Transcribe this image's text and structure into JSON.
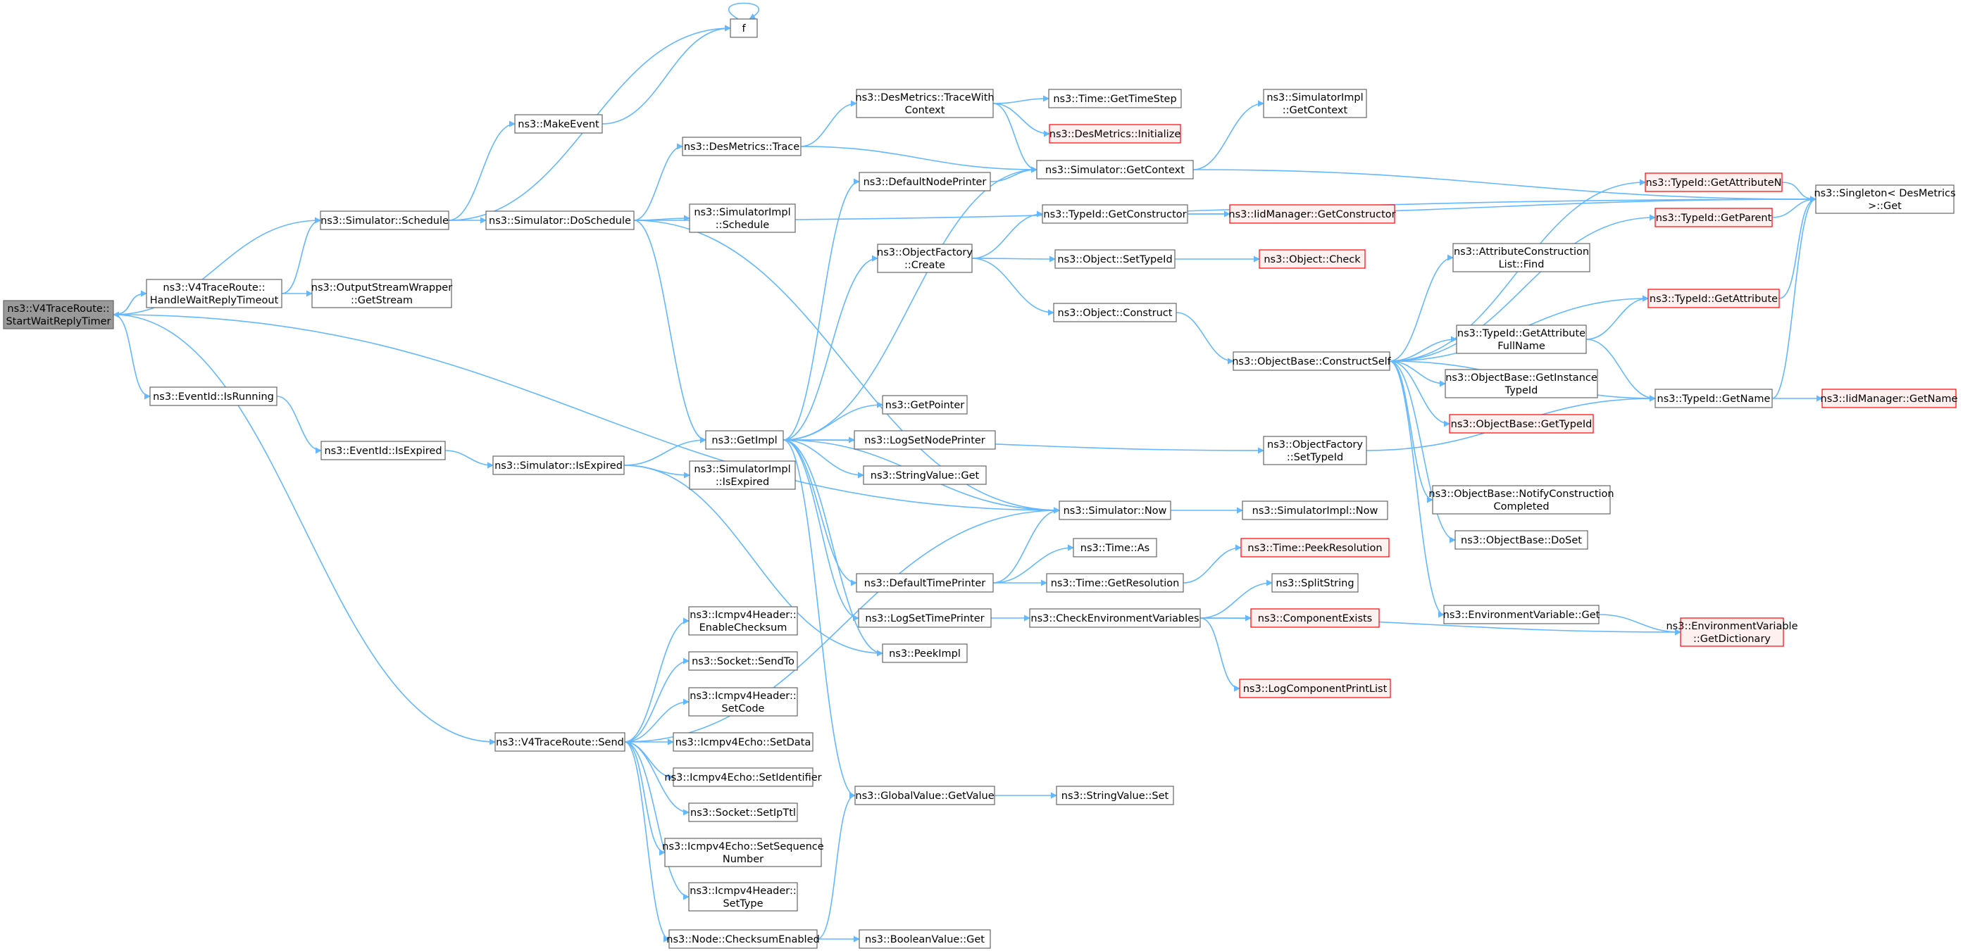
{
  "nodes": [
    {
      "id": "root",
      "lines": [
        "ns3::V4TraceRoute::",
        "StartWaitReplyTimer"
      ],
      "style": "root"
    },
    {
      "id": "f",
      "lines": [
        "f"
      ]
    },
    {
      "id": "makeevent",
      "lines": [
        "ns3::MakeEvent"
      ]
    },
    {
      "id": "schedule",
      "lines": [
        "ns3::Simulator::Schedule"
      ]
    },
    {
      "id": "doschedule",
      "lines": [
        "ns3::Simulator::DoSchedule"
      ]
    },
    {
      "id": "handlewait",
      "lines": [
        "ns3::V4TraceRoute::",
        "HandleWaitReplyTimeout"
      ]
    },
    {
      "id": "getstream",
      "lines": [
        "ns3::OutputStreamWrapper",
        "::GetStream"
      ]
    },
    {
      "id": "isrunning",
      "lines": [
        "ns3::EventId::IsRunning"
      ]
    },
    {
      "id": "evexpired",
      "lines": [
        "ns3::EventId::IsExpired"
      ]
    },
    {
      "id": "simexpired",
      "lines": [
        "ns3::Simulator::IsExpired"
      ]
    },
    {
      "id": "send",
      "lines": [
        "ns3::V4TraceRoute::Send"
      ]
    },
    {
      "id": "destrace",
      "lines": [
        "ns3::DesMetrics::Trace"
      ]
    },
    {
      "id": "implsched",
      "lines": [
        "ns3::SimulatorImpl",
        "::Schedule"
      ]
    },
    {
      "id": "getimpl",
      "lines": [
        "ns3::GetImpl"
      ]
    },
    {
      "id": "implexpired",
      "lines": [
        "ns3::SimulatorImpl",
        "::IsExpired"
      ]
    },
    {
      "id": "enablecs",
      "lines": [
        "ns3::Icmpv4Header::",
        "EnableChecksum"
      ]
    },
    {
      "id": "sendto",
      "lines": [
        "ns3::Socket::SendTo"
      ]
    },
    {
      "id": "setcode",
      "lines": [
        "ns3::Icmpv4Header::",
        "SetCode"
      ]
    },
    {
      "id": "setdata",
      "lines": [
        "ns3::Icmpv4Echo::SetData"
      ]
    },
    {
      "id": "setident",
      "lines": [
        "ns3::Icmpv4Echo::SetIdentifier"
      ]
    },
    {
      "id": "setipttl",
      "lines": [
        "ns3::Socket::SetIpTtl"
      ]
    },
    {
      "id": "setseq",
      "lines": [
        "ns3::Icmpv4Echo::SetSequence",
        "Number"
      ]
    },
    {
      "id": "settype",
      "lines": [
        "ns3::Icmpv4Header::",
        "SetType"
      ]
    },
    {
      "id": "csenabled",
      "lines": [
        "ns3::Node::ChecksumEnabled"
      ]
    },
    {
      "id": "tracewith",
      "lines": [
        "ns3::DesMetrics::TraceWith",
        "Context"
      ]
    },
    {
      "id": "defnodeprinter",
      "lines": [
        "ns3::DefaultNodePrinter"
      ]
    },
    {
      "id": "objfactcreate",
      "lines": [
        "ns3::ObjectFactory",
        "::Create"
      ]
    },
    {
      "id": "getpointer",
      "lines": [
        "ns3::GetPointer"
      ]
    },
    {
      "id": "logsetnode",
      "lines": [
        "ns3::LogSetNodePrinter"
      ]
    },
    {
      "id": "strvalget",
      "lines": [
        "ns3::StringValue::Get"
      ]
    },
    {
      "id": "deftimeprinter",
      "lines": [
        "ns3::DefaultTimePrinter"
      ]
    },
    {
      "id": "logsettime",
      "lines": [
        "ns3::LogSetTimePrinter"
      ]
    },
    {
      "id": "peekimpl",
      "lines": [
        "ns3::PeekImpl"
      ]
    },
    {
      "id": "globalget",
      "lines": [
        "ns3::GlobalValue::GetValue"
      ]
    },
    {
      "id": "boolget",
      "lines": [
        "ns3::BooleanValue::Get"
      ]
    },
    {
      "id": "gettimestep",
      "lines": [
        "ns3::Time::GetTimeStep"
      ]
    },
    {
      "id": "desinit",
      "lines": [
        "ns3::DesMetrics::Initialize"
      ],
      "style": "red"
    },
    {
      "id": "simgetctx",
      "lines": [
        "ns3::Simulator::GetContext"
      ]
    },
    {
      "id": "typeidgetctor",
      "lines": [
        "ns3::TypeId::GetConstructor"
      ]
    },
    {
      "id": "setTypeId",
      "lines": [
        "ns3::Object::SetTypeId"
      ]
    },
    {
      "id": "objconstruct",
      "lines": [
        "ns3::Object::Construct"
      ]
    },
    {
      "id": "simnow",
      "lines": [
        "ns3::Simulator::Now"
      ]
    },
    {
      "id": "timeas",
      "lines": [
        "ns3::Time::As"
      ]
    },
    {
      "id": "timegetres",
      "lines": [
        "ns3::Time::GetResolution"
      ]
    },
    {
      "id": "checkenv",
      "lines": [
        "ns3::CheckEnvironmentVariables"
      ]
    },
    {
      "id": "strvalset",
      "lines": [
        "ns3::StringValue::Set"
      ]
    },
    {
      "id": "implgetctx",
      "lines": [
        "ns3::SimulatorImpl",
        "::GetContext"
      ]
    },
    {
      "id": "iidgetctor",
      "lines": [
        "ns3::IidManager::GetConstructor"
      ],
      "style": "red"
    },
    {
      "id": "objcheck",
      "lines": [
        "ns3::Object::Check"
      ],
      "style": "red"
    },
    {
      "id": "constructself",
      "lines": [
        "ns3::ObjectBase::ConstructSelf"
      ]
    },
    {
      "id": "objfactsettid",
      "lines": [
        "ns3::ObjectFactory",
        "::SetTypeId"
      ]
    },
    {
      "id": "implnow",
      "lines": [
        "ns3::SimulatorImpl::Now"
      ]
    },
    {
      "id": "peekres",
      "lines": [
        "ns3::Time::PeekResolution"
      ],
      "style": "red"
    },
    {
      "id": "splitstring",
      "lines": [
        "ns3::SplitString"
      ]
    },
    {
      "id": "compexists",
      "lines": [
        "ns3::ComponentExists"
      ],
      "style": "red"
    },
    {
      "id": "logcomplist",
      "lines": [
        "ns3::LogComponentPrintList"
      ],
      "style": "red"
    },
    {
      "id": "tidgetattrn",
      "lines": [
        "ns3::TypeId::GetAttributeN"
      ],
      "style": "red"
    },
    {
      "id": "tidgetparent",
      "lines": [
        "ns3::TypeId::GetParent"
      ],
      "style": "red"
    },
    {
      "id": "attrconsfind",
      "lines": [
        "ns3::AttributeConstruction",
        "List::Find"
      ]
    },
    {
      "id": "tidgetattr",
      "lines": [
        "ns3::TypeId::GetAttribute"
      ],
      "style": "red"
    },
    {
      "id": "tidgetattrfull",
      "lines": [
        "ns3::TypeId::GetAttribute",
        "FullName"
      ]
    },
    {
      "id": "getinsttid",
      "lines": [
        "ns3::ObjectBase::GetInstance",
        "TypeId"
      ]
    },
    {
      "id": "objbasegettid",
      "lines": [
        "ns3::ObjectBase::GetTypeId"
      ],
      "style": "red"
    },
    {
      "id": "notifycons",
      "lines": [
        "ns3::ObjectBase::NotifyConstruction",
        "Completed"
      ]
    },
    {
      "id": "doset",
      "lines": [
        "ns3::ObjectBase::DoSet"
      ]
    },
    {
      "id": "envget",
      "lines": [
        "ns3::EnvironmentVariable::Get"
      ]
    },
    {
      "id": "envgetdict",
      "lines": [
        "ns3::EnvironmentVariable",
        "::GetDictionary"
      ],
      "style": "red"
    },
    {
      "id": "singletonget",
      "lines": [
        "ns3::Singleton< DesMetrics",
        " >::Get"
      ]
    },
    {
      "id": "tidgetname",
      "lines": [
        "ns3::TypeId::GetName"
      ]
    },
    {
      "id": "iidgetname",
      "lines": [
        "ns3::IidManager::GetName"
      ],
      "style": "red"
    }
  ]
}
